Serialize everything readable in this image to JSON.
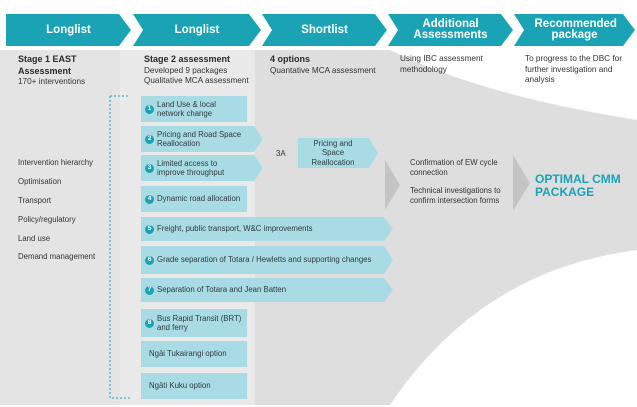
{
  "chevrons": [
    {
      "label": "Longlist"
    },
    {
      "label": "Longlist"
    },
    {
      "label": "Shortlist"
    },
    {
      "label": "Additional Assessments"
    },
    {
      "label": "Recommended package"
    }
  ],
  "columns": {
    "col1": {
      "title": "Stage 1 EAST Assessment",
      "sub": "170+ interventions"
    },
    "col2": {
      "title": "Stage 2 assessment",
      "line1": "Developed 9 packages",
      "line2": "Qualitative MCA assessment"
    },
    "col3": {
      "title": "4 options",
      "line1": "Quantative MCA assessment"
    },
    "col4": {
      "line1": "Using IBC assessment methodology"
    },
    "col5": {
      "line1": "To progress to the DBC for further investigation and analysis"
    }
  },
  "left_items": [
    "Intervention hierarchy",
    "Optimisation",
    "Transport",
    "Policy/regulatory",
    "Land use",
    "Demand management"
  ],
  "packages": [
    {
      "num": "1",
      "label": "Land Use & local network change"
    },
    {
      "num": "2",
      "label": "Pricing and Road Space Reallocation"
    },
    {
      "num": "3",
      "label": "Limited access to improve throughput"
    },
    {
      "num": "4",
      "label": "Dynamic road allocation"
    },
    {
      "num": "5",
      "label": "Freight, public transport, W&C improvements"
    },
    {
      "num": "6",
      "label": "Grade separation of Totara / Hewletts and supporting changes"
    },
    {
      "num": "7",
      "label": "Separation of Totara and Jean Batten"
    },
    {
      "num": "8",
      "label": "Bus Rapid Transit (BRT) and ferry"
    },
    {
      "num": "",
      "label": "Ngāi Tukairangi option"
    },
    {
      "num": "",
      "label": "Ngāti Kuku option"
    }
  ],
  "shortlist_option": {
    "tag": "3A",
    "label": "Pricing and Space Reallocation"
  },
  "additional": {
    "item1": "Confirmation of EW cycle connection",
    "item2": "Technical investigations to confirm intersection forms"
  },
  "recommended": "OPTIMAL CMM PACKAGE",
  "colors": {
    "accent": "#1aa3b5",
    "box": "#a9dbe4",
    "funnel": "#e6e6e6",
    "funnel_dark": "#d6d6d6"
  }
}
